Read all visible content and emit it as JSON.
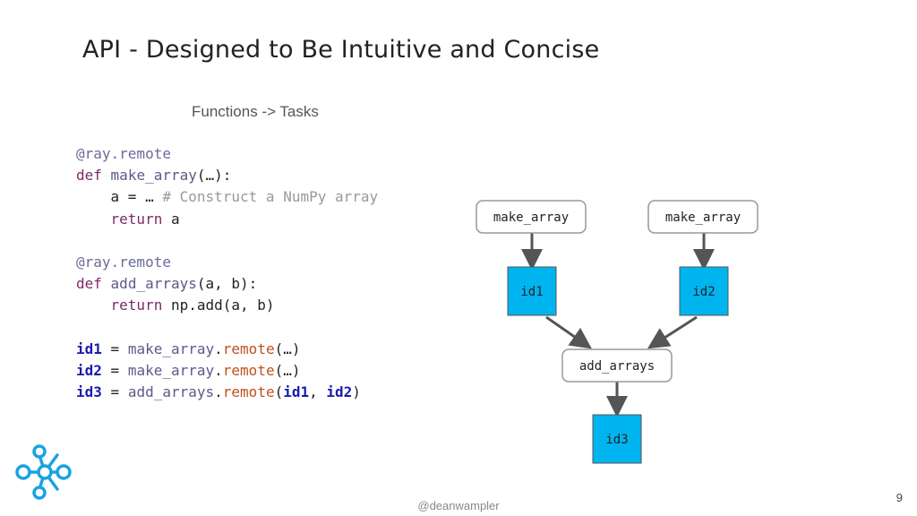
{
  "slide": {
    "title": "API - Designed to Be Intuitive and Concise",
    "page_number": "9",
    "footer_handle": "@deanwampler"
  },
  "code": {
    "heading": "Functions -> Tasks",
    "lines": [
      [
        {
          "t": "@ray.remote",
          "c": "deco"
        }
      ],
      [
        {
          "t": "def",
          "c": "kw"
        },
        {
          "t": " "
        },
        {
          "t": "make_array",
          "c": "fn"
        },
        {
          "t": "(…):"
        }
      ],
      [
        {
          "t": "    a = … "
        },
        {
          "t": "# Construct a NumPy array",
          "c": "cm"
        }
      ],
      [
        {
          "t": "    "
        },
        {
          "t": "return",
          "c": "kw"
        },
        {
          "t": " a"
        }
      ],
      [],
      [
        {
          "t": "@ray.remote",
          "c": "deco"
        }
      ],
      [
        {
          "t": "def",
          "c": "kw"
        },
        {
          "t": " "
        },
        {
          "t": "add_arrays",
          "c": "fn"
        },
        {
          "t": "(a, b):"
        }
      ],
      [
        {
          "t": "    "
        },
        {
          "t": "return",
          "c": "kw"
        },
        {
          "t": " np.add(a, b)"
        }
      ],
      [],
      [
        {
          "t": "id1",
          "c": "var"
        },
        {
          "t": " = "
        },
        {
          "t": "make_array",
          "c": "fn"
        },
        {
          "t": "."
        },
        {
          "t": "remote",
          "c": "rem"
        },
        {
          "t": "(…)"
        }
      ],
      [
        {
          "t": "id2",
          "c": "var"
        },
        {
          "t": " = "
        },
        {
          "t": "make_array",
          "c": "fn"
        },
        {
          "t": "."
        },
        {
          "t": "remote",
          "c": "rem"
        },
        {
          "t": "(…)"
        }
      ],
      [
        {
          "t": "id3",
          "c": "var"
        },
        {
          "t": " = "
        },
        {
          "t": "add_arrays",
          "c": "fn"
        },
        {
          "t": "."
        },
        {
          "t": "remote",
          "c": "rem"
        },
        {
          "t": "("
        },
        {
          "t": "id1",
          "c": "var"
        },
        {
          "t": ", "
        },
        {
          "t": "id2",
          "c": "var"
        },
        {
          "t": ")"
        }
      ]
    ]
  },
  "diagram": {
    "task_make_array_1": "make_array",
    "task_make_array_2": "make_array",
    "task_add_arrays": "add_arrays",
    "object_id1": "id1",
    "object_id2": "id2",
    "object_id3": "id3"
  },
  "colors": {
    "object_fill": "#00b4f0",
    "task_border": "#999999",
    "arrow": "#555555"
  },
  "icons": {
    "logo": "ray-logo-icon"
  }
}
